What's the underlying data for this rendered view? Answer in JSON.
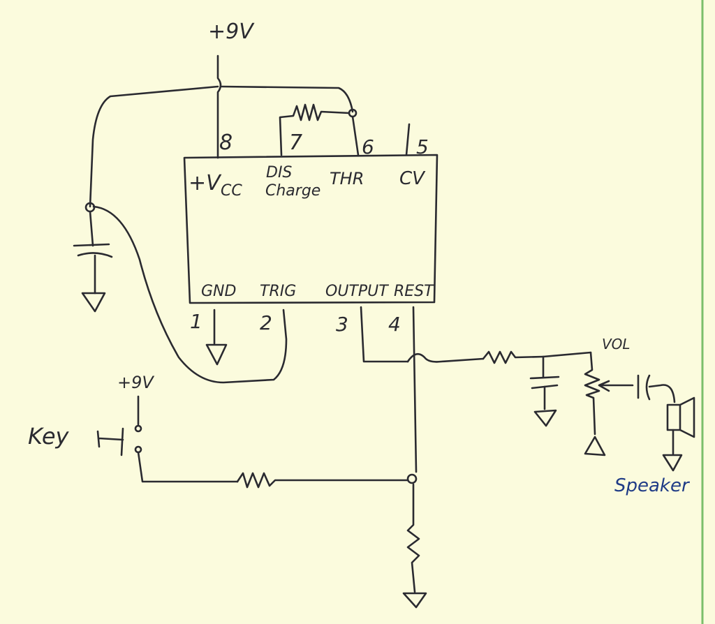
{
  "supply": {
    "top": "+9V",
    "key": "+9V"
  },
  "chip": {
    "pins_top": {
      "p8": "8",
      "p7": "7",
      "p6": "6",
      "p5": "5"
    },
    "pins_bottom": {
      "p1": "1",
      "p2": "2",
      "p3": "3",
      "p4": "4"
    },
    "labels_top": {
      "vcc_main": "+V",
      "vcc_sub": "CC",
      "dis": "DIS",
      "charge": "Charge",
      "thr": "THR",
      "cv": "CV"
    },
    "labels_bottom": {
      "gnd": "GND",
      "trig": "TRIG",
      "output": "OUTPUT",
      "rest": "REST"
    }
  },
  "labels": {
    "key": "Key",
    "vol": "VOL",
    "speaker": "Speaker"
  },
  "colors": {
    "ink": "#2a2a30",
    "paper": "#fbfbdd",
    "speaker_ink": "#1f3b86"
  }
}
